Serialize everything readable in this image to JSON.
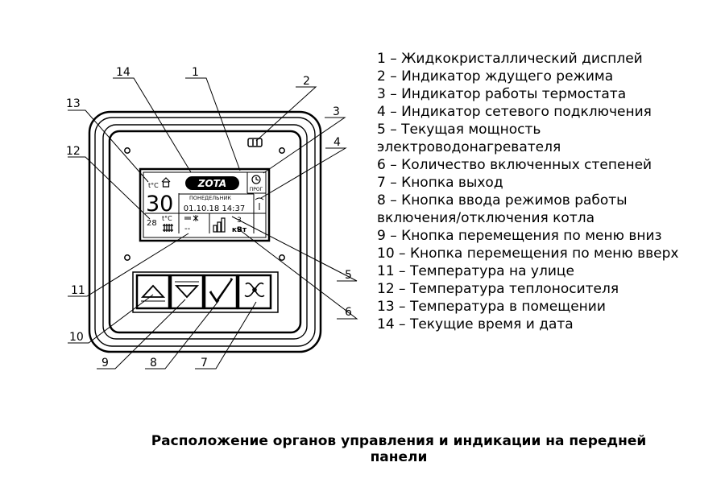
{
  "display": {
    "logo": "ZOTA",
    "room_temp_unit": "t°C",
    "room_temp": "30",
    "day": "ПОНЕДЕЛЬНИК",
    "datetime": "01.10.18 14:37",
    "coolant_unit": "t°C",
    "coolant_temp": "28",
    "outdoor_temp": "--",
    "stages": "3",
    "power_unit": "кВт",
    "prog_label": "ПРОГ"
  },
  "callouts": [
    "14",
    "1",
    "2",
    "3",
    "4",
    "13",
    "12",
    "11",
    "10",
    "9",
    "8",
    "7",
    "6",
    "5"
  ],
  "legend": [
    "1 – Жидкокристаллический дисплей",
    "2 – Индикатор ждущего режима",
    "3 – Индикатор работы термостата",
    "4 – Индикатор сетевого подключения",
    "5 – Текущая мощность электроводонагревателя",
    "6 – Количество включенных степеней",
    "7 – Кнопка выход",
    "8 – Кнопка ввода режимов работы включения/отключения котла",
    "9 – Кнопка перемещения по меню вниз",
    "10 – Кнопка перемещения по меню вверх",
    "11 – Температура на улице",
    "12 – Температура теплоносителя",
    "13 – Температура в помещении",
    "14 – Текущие время и дата"
  ],
  "caption": "Расположение органов управления и индикации на передней панели",
  "icons": [
    "house-icon",
    "clock-icon",
    "network-icon",
    "snowflake-icon",
    "power-bars-icon",
    "up-arrow-icon",
    "down-arrow-icon",
    "check-icon",
    "exit-icon",
    "standby-led-icon",
    "radiator-icon"
  ]
}
